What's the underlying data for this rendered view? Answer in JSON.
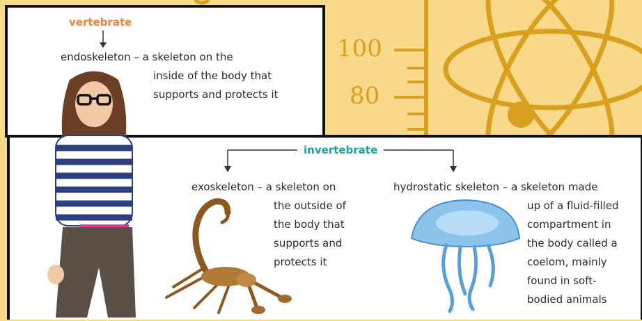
{
  "background": {
    "scale_labels": [
      "100",
      "80"
    ],
    "colors": {
      "bg": "#f9d98a",
      "accent": "#d9a020"
    }
  },
  "vertebrate": {
    "heading": "vertebrate",
    "term": "endoskeleton – a skeleton on the",
    "definition_lines": [
      "inside of the body that",
      "supports and protects it"
    ]
  },
  "invertebrate": {
    "heading": "invertebrate",
    "exoskeleton": {
      "term": "exoskeleton – a skeleton on",
      "definition_lines": [
        "the outside of",
        "the body that",
        "supports and",
        "protects it"
      ]
    },
    "hydrostatic": {
      "term": "hydrostatic skeleton – a skeleton made",
      "definition_lines": [
        "up of a fluid-filled",
        "compartment in",
        "the body called a",
        "coelom, mainly",
        "found in soft-",
        "bodied animals"
      ]
    }
  },
  "colors": {
    "vertebrate_heading": "#f0833a",
    "invertebrate_heading": "#1ca3a0"
  }
}
